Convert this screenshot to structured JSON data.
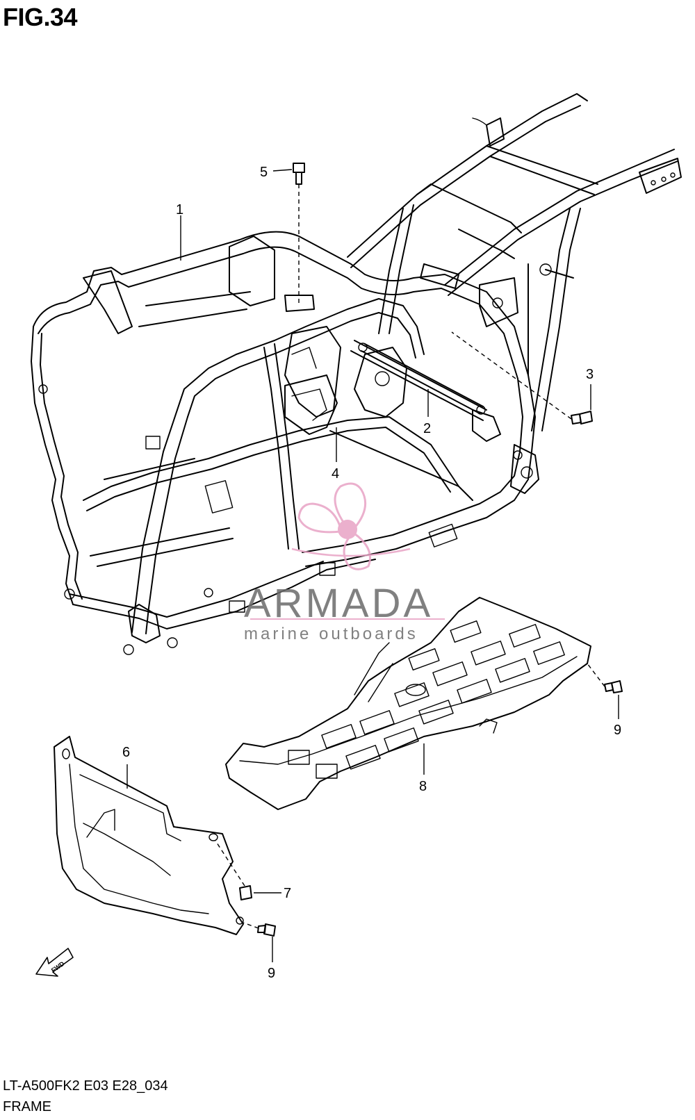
{
  "figure": {
    "title": "FIG.34",
    "model_code": "LT-A500FK2 E03 E28_034",
    "section_name": "FRAME"
  },
  "callouts": {
    "c1": "1",
    "c2": "2",
    "c3": "3",
    "c4": "4",
    "c5": "5",
    "c6": "6",
    "c7": "7",
    "c8": "8",
    "c9a": "9",
    "c9b": "9"
  },
  "watermark": {
    "brand": "ARMADA",
    "tagline": "marine outboards",
    "accent_color": "#e8a3c5"
  },
  "direction_marker": {
    "label": "FWD"
  }
}
